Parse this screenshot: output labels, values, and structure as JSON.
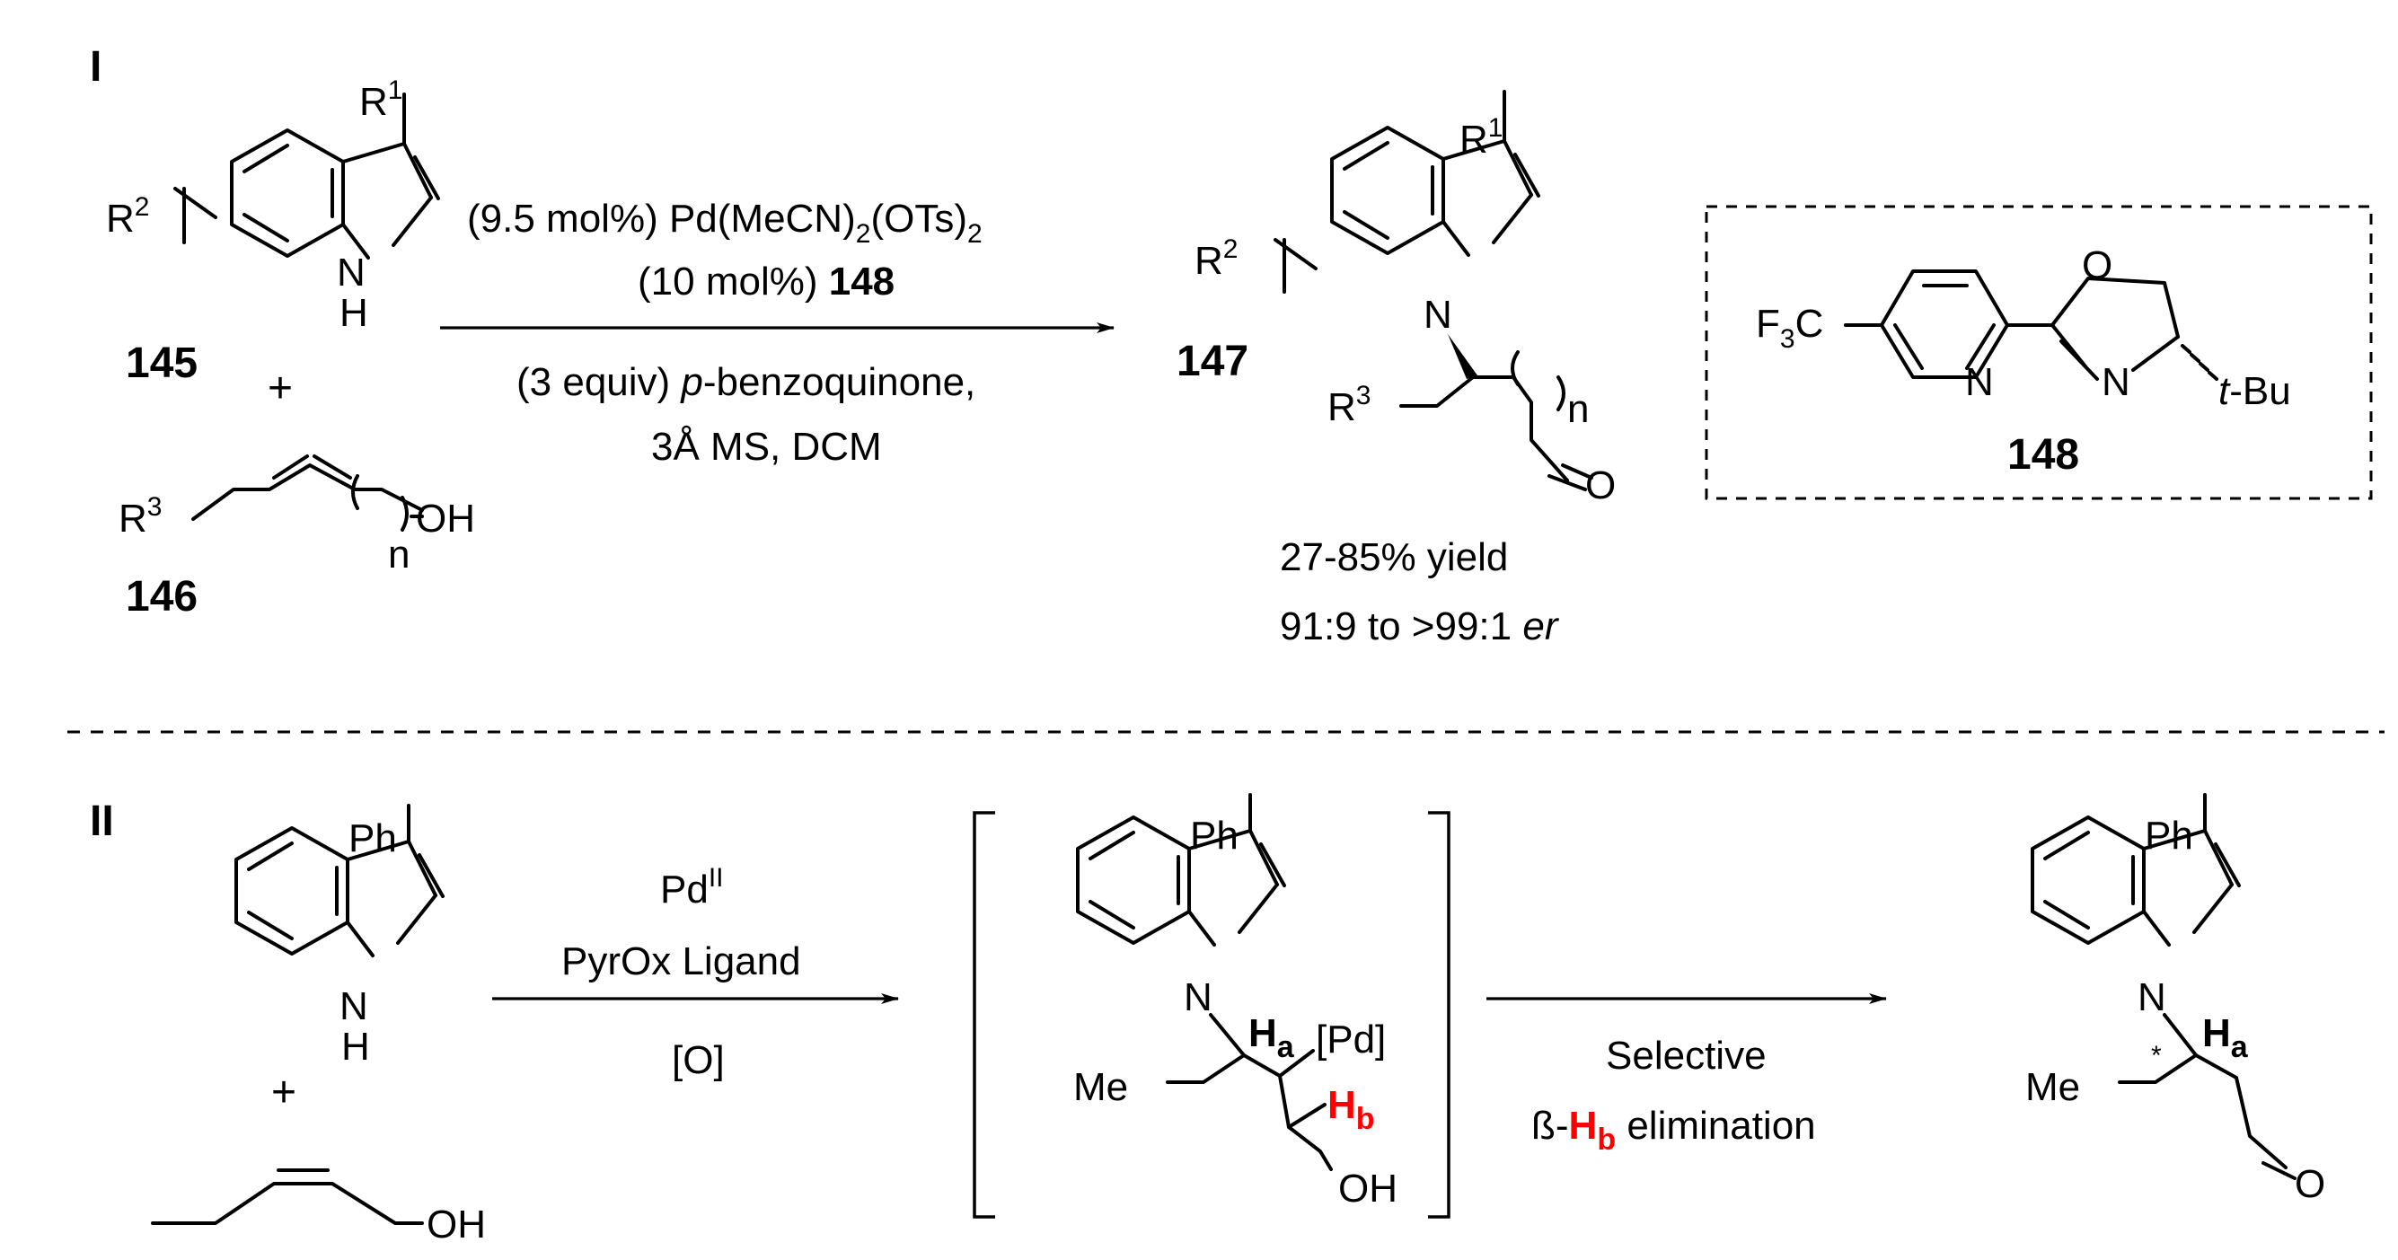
{
  "part_one": {
    "label": "I",
    "reactant_indole": {
      "compound_id": "145",
      "substituent_3": {
        "main": "R",
        "sup": "1"
      },
      "ring_substituent": {
        "main": "R",
        "sup": "2"
      },
      "nh_n": "N",
      "nh_h": "H"
    },
    "plus": "+",
    "reactant_alcohol": {
      "compound_id": "146",
      "r_group": {
        "main": "R",
        "sup": "3"
      },
      "oh": "OH",
      "n": "n"
    },
    "conditions": {
      "line1_prefix": "(9.5 mol%) Pd(MeCN)",
      "line1_sub1": "2",
      "line1_mid": "(OTs)",
      "line1_sub2": "2",
      "line2_prefix": "(10 mol%) ",
      "line2_bold": "148",
      "line3_prefix": "(3 equiv) ",
      "line3_italic": "p",
      "line3_suffix": "-benzoquinone,",
      "line4": "3Å MS, DCM"
    },
    "product": {
      "compound_id": "147",
      "substituent_3": {
        "main": "R",
        "sup": "1"
      },
      "ring_substituent": {
        "main": "R",
        "sup": "2"
      },
      "r_group": {
        "main": "R",
        "sup": "3"
      },
      "n_atom": "N",
      "carbonyl_o": "O",
      "chain_n": "n",
      "yield": "27-85% yield",
      "er_prefix": "91:9 to >99:1 ",
      "er_italic": "er"
    },
    "ligand": {
      "compound_id": "148",
      "cf3_f": "F",
      "cf3_sub": "3",
      "cf3_c": "C",
      "pyridine_n": "N",
      "oxazoline_o": "O",
      "oxazoline_n": "N",
      "tbu_t": "t",
      "tbu_rest": "-Bu"
    }
  },
  "part_two": {
    "label": "II",
    "reactant_indole": {
      "substituent": "Ph",
      "nh_n": "N",
      "nh_h": "H"
    },
    "plus": "+",
    "reactant_alcohol": {
      "oh": "OH"
    },
    "conditions": {
      "line1_main": "Pd",
      "line1_sup": "II",
      "line2": "PyrOx Ligand",
      "line3": "[O]"
    },
    "intermediate": {
      "substituent": "Ph",
      "n_atom": "N",
      "ha_main": "H",
      "ha_sub": "a",
      "pd": "[Pd]",
      "hb_main": "H",
      "hb_sub": "b",
      "me": "Me",
      "oh": "OH"
    },
    "step_label": {
      "line1": "Selective",
      "line2_prefix": "ß-",
      "line2_h": "H",
      "line2_sub": "b",
      "line2_suffix": " elimination"
    },
    "product": {
      "substituent": "Ph",
      "n_atom": "N",
      "ha_main": "H",
      "ha_sub": "a",
      "stereo_mark": "*",
      "me": "Me",
      "carbonyl_o": "O"
    }
  },
  "colors": {
    "highlight": "#ff0000",
    "ink": "#000000",
    "background": "#ffffff"
  }
}
